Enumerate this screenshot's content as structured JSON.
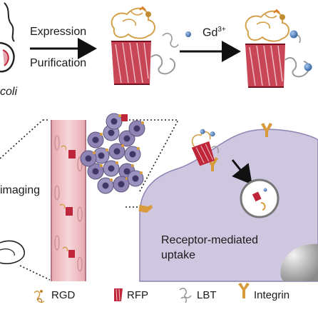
{
  "top": {
    "ecoli_label": "coli",
    "step1_label": "Expression",
    "step2_label": "Purification",
    "ion_label": "Gd",
    "ion_charge": "3+"
  },
  "middle": {
    "imaging_label": "imaging",
    "uptake_label_line1": "Receptor-mediated",
    "uptake_label_line2": "uptake"
  },
  "legend": {
    "items": [
      {
        "label": "RGD",
        "icon": "rgd-peptide-icon",
        "color": "#d4a04a"
      },
      {
        "label": "RFP",
        "icon": "rfp-protein-icon",
        "color": "#c0263a"
      },
      {
        "label": "LBT",
        "icon": "lbt-tag-icon",
        "color": "#9a9a9a"
      },
      {
        "label": "Integrin",
        "icon": "integrin-receptor-icon",
        "color": "#d89a3a"
      }
    ]
  },
  "colors": {
    "rfp_red": "#c0263a",
    "rgd_gold": "#d4a04a",
    "integrin_orange": "#d89a3a",
    "gd_blue": "#3a6fb0",
    "cell_purple": "#cfc6e0",
    "vessel_pink": "#f1c3c8",
    "tumor_purple": "#8f84b4"
  }
}
